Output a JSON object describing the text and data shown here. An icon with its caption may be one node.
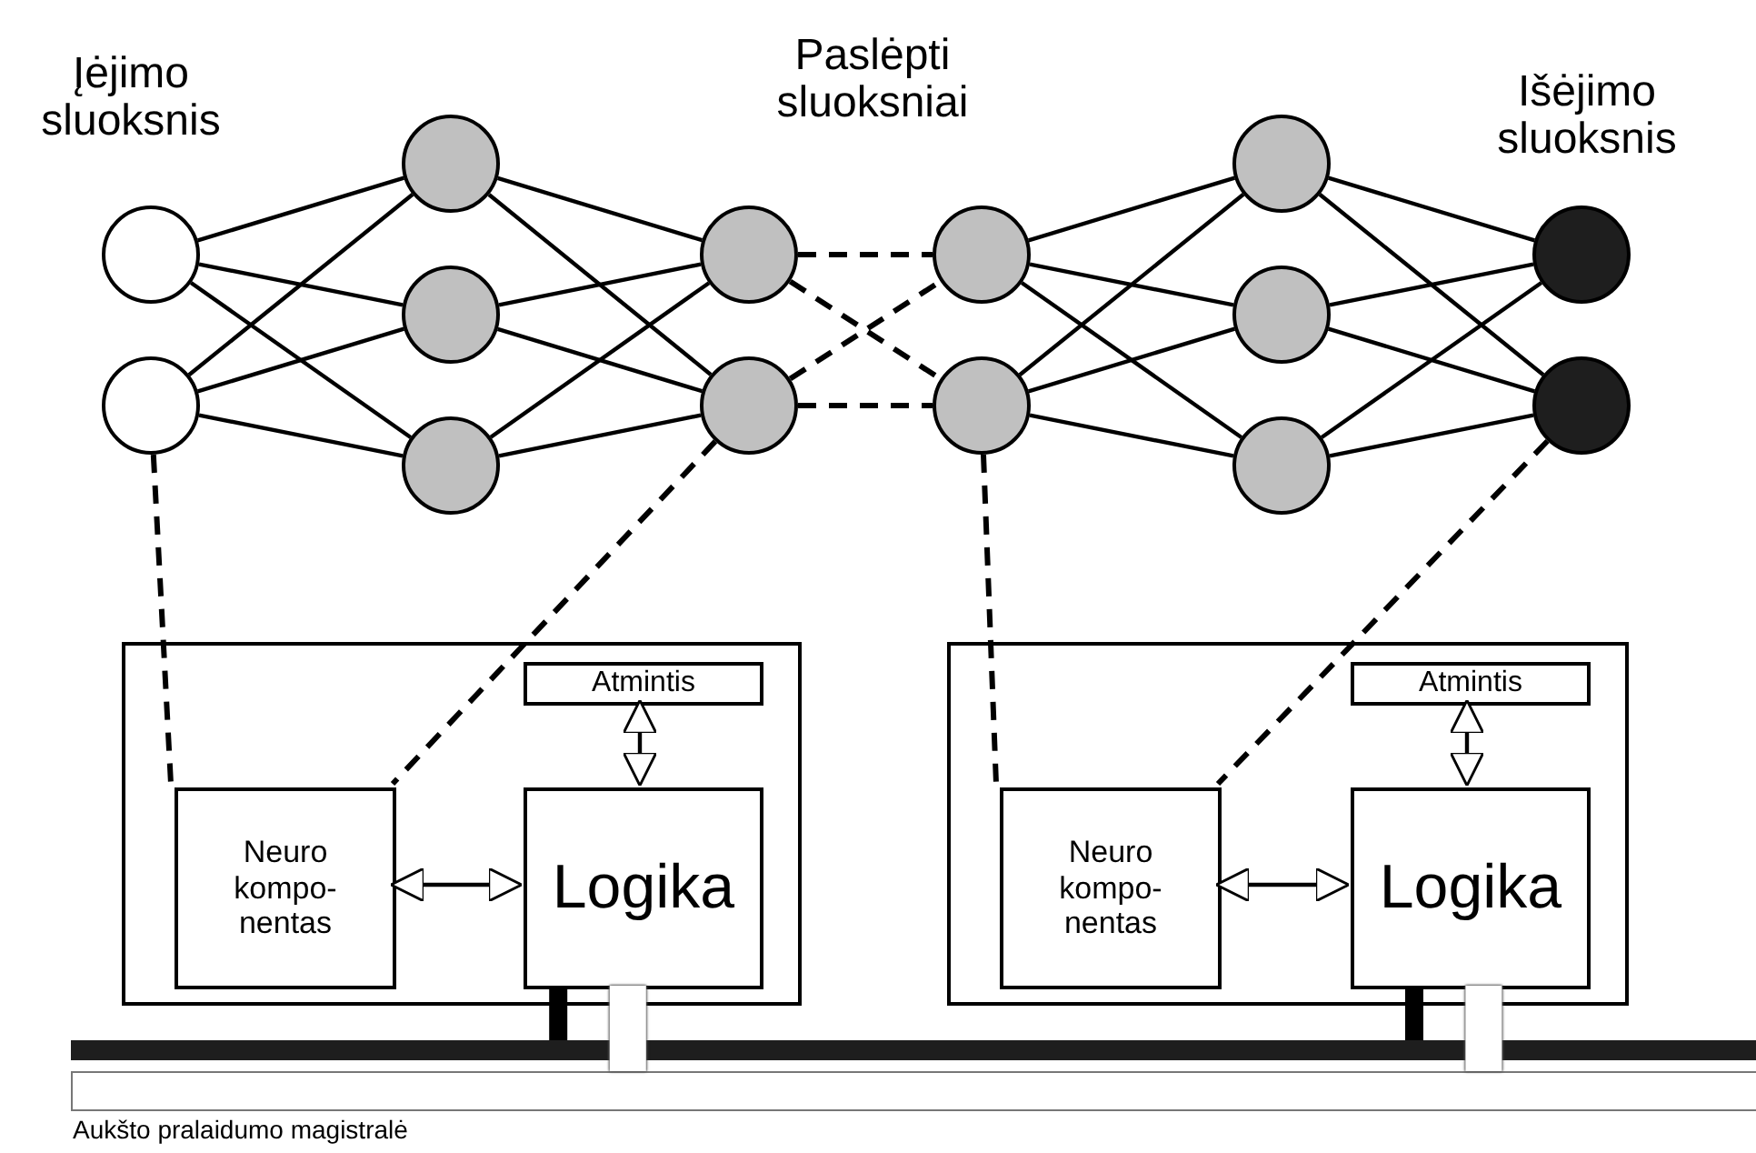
{
  "diagram": {
    "nodes": [
      {
        "text": [],
        "shape": "circle"
      },
      {
        "text": [],
        "shape": "circle"
      },
      {
        "text": [],
        "shape": "circle"
      },
      {
        "text": [],
        "shape": "circle"
      },
      {
        "text": [],
        "shape": "circle"
      },
      {
        "text": [],
        "shape": "circle"
      },
      {
        "text": [],
        "shape": "circle"
      },
      {
        "text": [],
        "shape": "circle"
      },
      {
        "text": [],
        "shape": "circle"
      },
      {
        "text": [],
        "shape": "circle"
      },
      {
        "text": [],
        "shape": "circle"
      },
      {
        "text": [],
        "shape": "circle"
      },
      {
        "text": [],
        "shape": "circle"
      },
      {
        "text": [],
        "shape": "circle"
      },
      {
        "text": [],
        "shape": "box"
      },
      {
        "text": [
          "Atmintis"
        ],
        "in": 14
      },
      {
        "text": [
          "Neuro kompo- nentas"
        ],
        "in": 14
      },
      {
        "text": [
          "Logika"
        ],
        "in": 14
      },
      {
        "text": [],
        "shape": "box"
      },
      {
        "text": [
          "Atmintis"
        ],
        "in": 18
      },
      {
        "text": [
          "Neuro kompo- nentas"
        ],
        "in": 18
      },
      {
        "text": [
          "Logika"
        ],
        "in": 18
      },
      {
        "text": [],
        "shape": "bar"
      },
      {
        "text": [],
        "shape": "bar"
      }
    ],
    "edges": [
      {
        "from": 0,
        "to": 2,
        "arrow": "none"
      },
      {
        "from": 0,
        "to": 3,
        "arrow": "none"
      },
      {
        "from": 0,
        "to": 4,
        "arrow": "none"
      },
      {
        "from": 1,
        "to": 2,
        "arrow": "none"
      },
      {
        "from": 1,
        "to": 3,
        "arrow": "none"
      },
      {
        "from": 1,
        "to": 4,
        "arrow": "none"
      },
      {
        "from": 2,
        "to": 5,
        "arrow": "none"
      },
      {
        "from": 2,
        "to": 6,
        "arrow": "none"
      },
      {
        "from": 3,
        "to": 5,
        "arrow": "none"
      },
      {
        "from": 3,
        "to": 6,
        "arrow": "none"
      },
      {
        "from": 4,
        "to": 5,
        "arrow": "none"
      },
      {
        "from": 4,
        "to": 6,
        "arrow": "none"
      },
      {
        "from": 5,
        "to": 7,
        "arrow": "none",
        "style": "dashed"
      },
      {
        "from": 5,
        "to": 8,
        "arrow": "none",
        "style": "dashed"
      },
      {
        "from": 6,
        "to": 7,
        "arrow": "none",
        "style": "dashed"
      },
      {
        "from": 6,
        "to": 8,
        "arrow": "none",
        "style": "dashed"
      },
      {
        "from": 7,
        "to": 9,
        "arrow": "none"
      },
      {
        "from": 7,
        "to": 10,
        "arrow": "none"
      },
      {
        "from": 7,
        "to": 11,
        "arrow": "none"
      },
      {
        "from": 8,
        "to": 9,
        "arrow": "none"
      },
      {
        "from": 8,
        "to": 10,
        "arrow": "none"
      },
      {
        "from": 8,
        "to": 11,
        "arrow": "none"
      },
      {
        "from": 9,
        "to": 12,
        "arrow": "none"
      },
      {
        "from": 9,
        "to": 13,
        "arrow": "none"
      },
      {
        "from": 10,
        "to": 12,
        "arrow": "none"
      },
      {
        "from": 10,
        "to": 13,
        "arrow": "none"
      },
      {
        "from": 11,
        "to": 12,
        "arrow": "none"
      },
      {
        "from": 11,
        "to": 13,
        "arrow": "none"
      },
      {
        "from": 1,
        "to": 16,
        "arrow": "none",
        "style": "dashed"
      },
      {
        "from": 6,
        "to": 16,
        "arrow": "none",
        "style": "dashed"
      },
      {
        "from": 8,
        "to": 20,
        "arrow": "none",
        "style": "dashed"
      },
      {
        "from": 13,
        "to": 20,
        "arrow": "none",
        "style": "dashed"
      },
      {
        "from": 15,
        "to": 17,
        "arrow": "both"
      },
      {
        "from": 16,
        "to": 17,
        "arrow": "both"
      },
      {
        "from": 19,
        "to": 21,
        "arrow": "both"
      },
      {
        "from": 20,
        "to": 21,
        "arrow": "both"
      },
      {
        "from": 17,
        "to": 22,
        "arrow": "none",
        "style": "thick"
      },
      {
        "from": 17,
        "to": 23,
        "arrow": "none",
        "style": "thick",
        "color": "#ffffff"
      },
      {
        "from": 21,
        "to": 22,
        "arrow": "none",
        "style": "thick"
      },
      {
        "from": 21,
        "to": 23,
        "arrow": "none",
        "style": "thick",
        "color": "#ffffff"
      }
    ],
    "labels": [
      "Įėjimo sluoksnis",
      "Paslėpti sluoksniai",
      "Išėjimo sluoksnis",
      "Aukšto pralaidumo magistralė"
    ]
  }
}
